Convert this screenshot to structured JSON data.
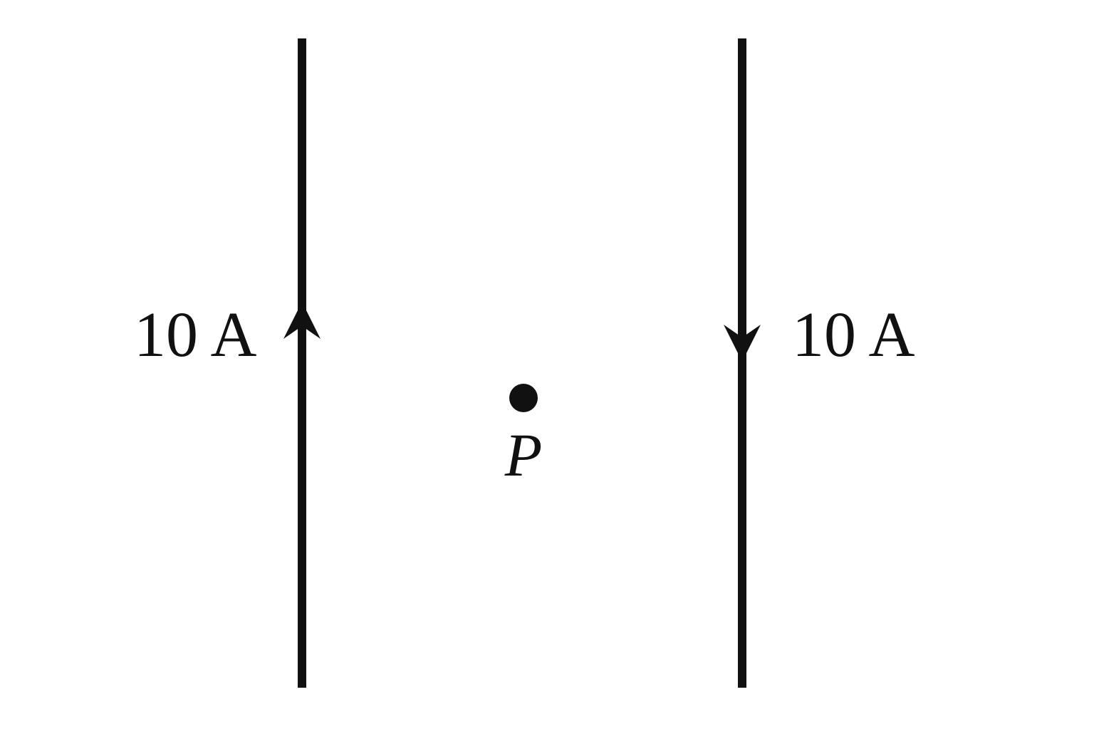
{
  "wires": [
    {
      "label": "10 A",
      "current_direction": "up"
    },
    {
      "label": "10 A",
      "current_direction": "down"
    }
  ],
  "point": {
    "label": "P"
  },
  "colors": {
    "ink": "#111111",
    "background": "#ffffff"
  }
}
